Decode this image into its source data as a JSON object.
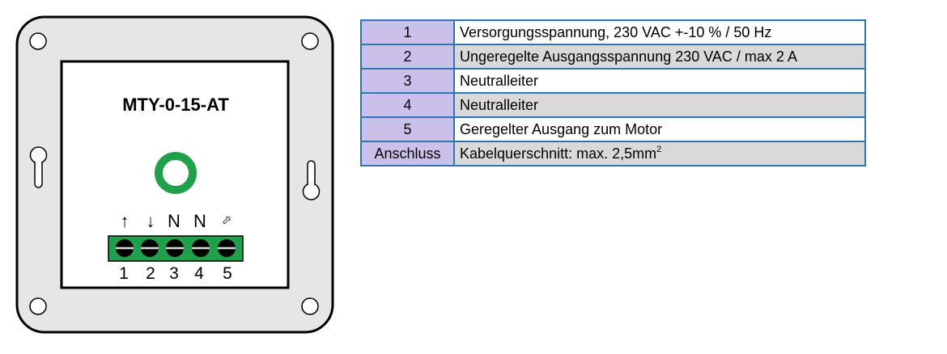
{
  "device": {
    "model": "MTY-0-15-AT",
    "terminal_symbols": [
      "↑",
      "↓",
      "N",
      "N",
      "⬀"
    ],
    "terminal_numbers": [
      "1",
      "2",
      "3",
      "4",
      "5"
    ],
    "colors": {
      "frame": "#e6e6e6",
      "terminal_block": "#1fa04a",
      "knob": "#1fa04a"
    }
  },
  "table": {
    "colors": {
      "border": "#2e75b6",
      "num_fill": "#cbc0ea",
      "row_white": "#ffffff",
      "row_gray": "#d9d9d9"
    },
    "rows": [
      {
        "num": "1",
        "desc": "Versorgungsspannung, 230 VAC +-10 % / 50 Hz",
        "shade": "white"
      },
      {
        "num": "2",
        "desc": "Ungeregelte Ausgangsspannung 230 VAC / max 2 A",
        "shade": "gray"
      },
      {
        "num": "3",
        "desc": "Neutralleiter",
        "shade": "white"
      },
      {
        "num": "4",
        "desc": "Neutralleiter",
        "shade": "gray"
      },
      {
        "num": "5",
        "desc": "Geregelter Ausgang zum Motor",
        "shade": "white"
      },
      {
        "num": "Anschluss",
        "desc": "Kabelquerschnitt: max. 2,5mm",
        "desc_sup": "2",
        "shade": "gray"
      }
    ]
  }
}
